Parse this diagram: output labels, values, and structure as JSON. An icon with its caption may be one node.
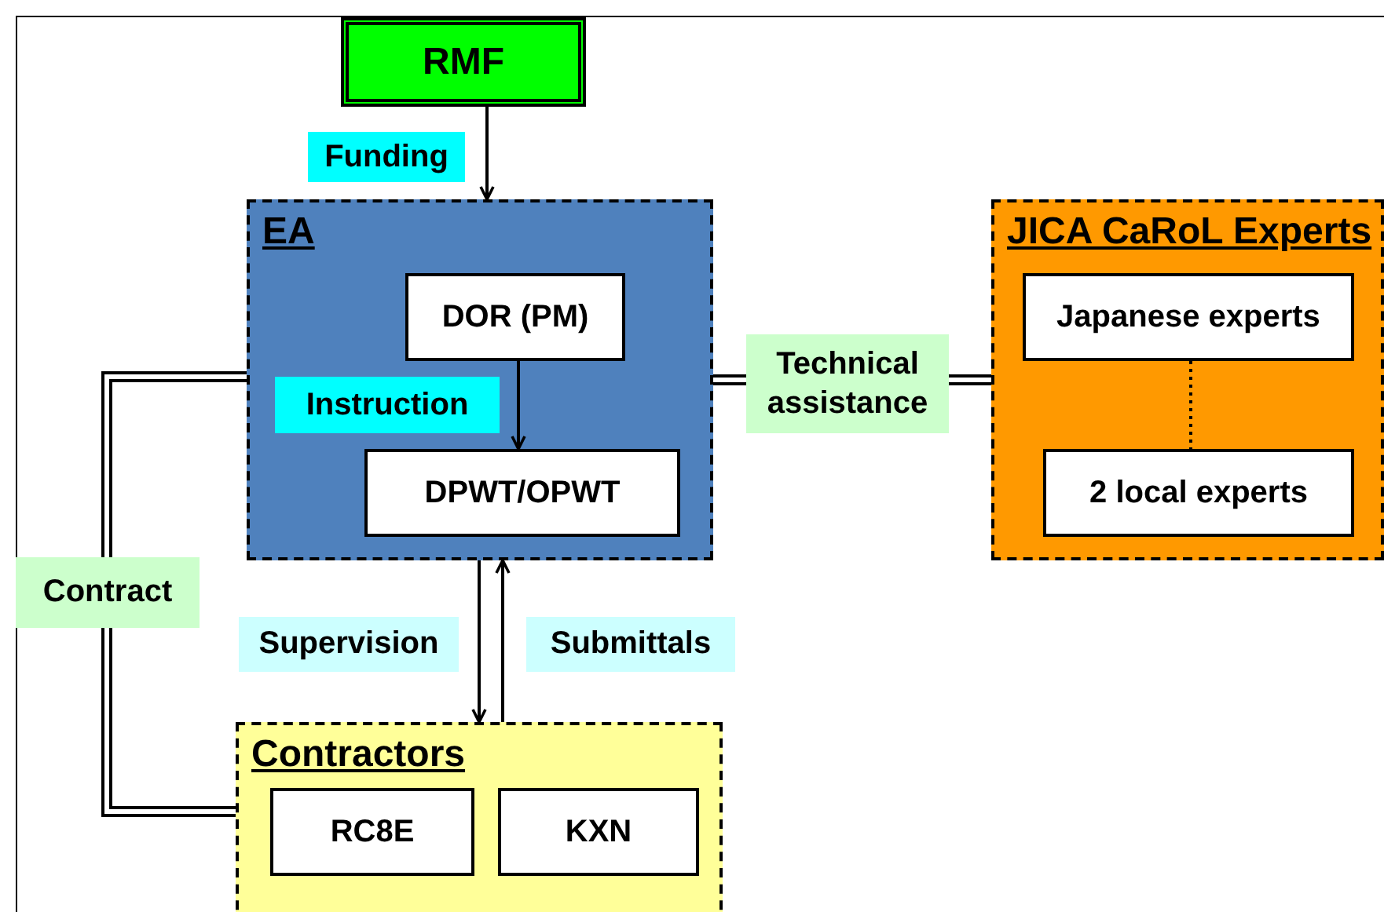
{
  "diagram": {
    "nodes": [
      {
        "text": [
          "RMF"
        ]
      },
      {
        "text": [
          "EA"
        ]
      },
      {
        "text": [
          "DOR (PM)"
        ],
        "in": 1
      },
      {
        "text": [
          "DPWT/OPWT"
        ],
        "in": 1
      },
      {
        "text": [
          "JICA CaRoL Experts"
        ]
      },
      {
        "text": [
          "Japanese experts"
        ],
        "in": 4
      },
      {
        "text": [
          "2 local experts"
        ],
        "in": 4
      },
      {
        "text": [
          "Contractors"
        ]
      },
      {
        "text": [
          "RC8E"
        ],
        "in": 7
      },
      {
        "text": [
          "KXN"
        ],
        "in": 7
      }
    ],
    "edges": [
      {
        "from": 0,
        "to": 1,
        "arrow": "to",
        "label": "Funding"
      },
      {
        "from": 2,
        "to": 3,
        "arrow": "to",
        "label": "Instruction"
      },
      {
        "from": 1,
        "to": 4,
        "arrow": "none",
        "label": "Technical assistance",
        "style": "thick"
      },
      {
        "from": 5,
        "to": 6,
        "arrow": "none",
        "style": "dashed"
      },
      {
        "from": 1,
        "to": 7,
        "arrow": "to",
        "label": "Supervision"
      },
      {
        "from": 7,
        "to": 1,
        "arrow": "to",
        "label": "Submittals"
      },
      {
        "from": 1,
        "to": 7,
        "arrow": "none",
        "label": "Contract",
        "style": "thick"
      }
    ]
  }
}
